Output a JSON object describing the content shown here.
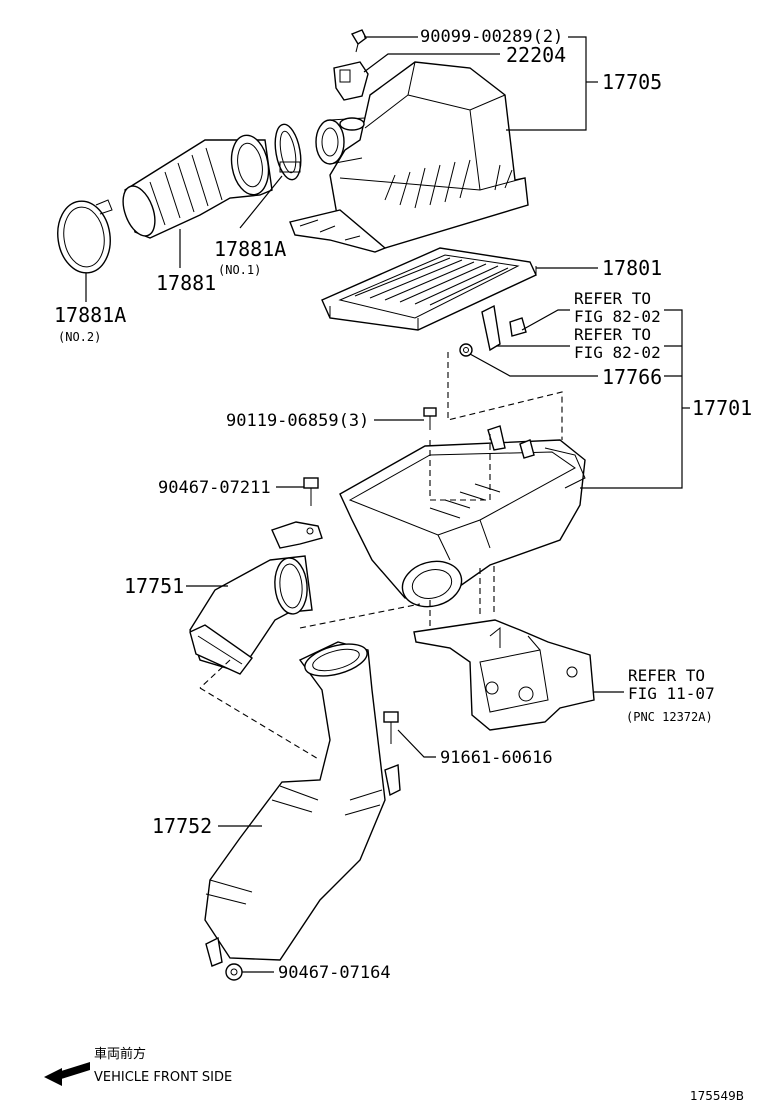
{
  "parts": {
    "p_90099": "90099-00289(2)",
    "p_22204": "22204",
    "p_17705": "17705",
    "p_17881A_1": "17881A",
    "p_17881A_1_sub": "(NO.1)",
    "p_17881": "17881",
    "p_17881A_2": "17881A",
    "p_17881A_2_sub": "(NO.2)",
    "p_17801": "17801",
    "p_17766": "17766",
    "p_17701": "17701",
    "p_90119": "90119-06859(3)",
    "p_90467_a": "90467-07211",
    "p_17751": "17751",
    "p_91661": "91661-60616",
    "p_17752": "17752",
    "p_90467_b": "90467-07164"
  },
  "refs": {
    "ref1_l1": "REFER TO",
    "ref1_l2": "FIG 82-02",
    "ref2_l1": "REFER TO",
    "ref2_l2": "FIG 82-02",
    "ref3_l1": "REFER TO",
    "ref3_l2": "FIG 11-07",
    "ref3_l3": "(PNC 12372A)"
  },
  "direction": {
    "jp": "車両前方",
    "en": "VEHICLE FRONT SIDE"
  },
  "figure_id": "175549B"
}
